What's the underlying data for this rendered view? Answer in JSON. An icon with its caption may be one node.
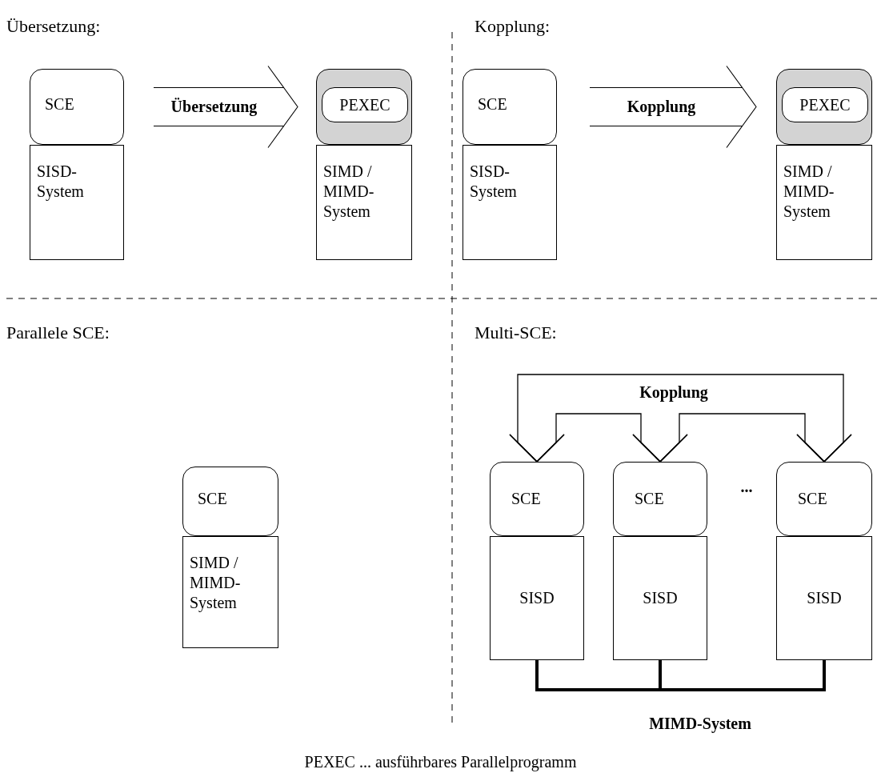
{
  "diagram": {
    "caption": "PEXEC ... ausführbares Parallelprogramm",
    "nodes": [
      {
        "text": [
          "SCE"
        ]
      },
      {
        "text": [
          "SISD-System"
        ]
      },
      {
        "text": [
          "Übersetzung"
        ]
      },
      {
        "text": [],
        "shape": "box"
      },
      {
        "text": [
          "PEXEC"
        ],
        "in": 3
      },
      {
        "text": [
          "SIMD / MIMD-System"
        ]
      },
      {
        "text": [
          "SCE"
        ]
      },
      {
        "text": [
          "SISD-System"
        ]
      },
      {
        "text": [
          "Kopplung"
        ]
      },
      {
        "text": [],
        "shape": "box"
      },
      {
        "text": [
          "PEXEC"
        ],
        "in": 9
      },
      {
        "text": [
          "SIMD / MIMD-System"
        ]
      },
      {
        "text": [
          "SCE"
        ]
      },
      {
        "text": [
          "SIMD / MIMD-System"
        ]
      },
      {
        "text": [
          "SCE"
        ]
      },
      {
        "text": [
          "SISD"
        ]
      },
      {
        "text": [
          "SCE"
        ]
      },
      {
        "text": [
          "SISD"
        ]
      },
      {
        "text": [
          "SCE"
        ]
      },
      {
        "text": [
          "SISD"
        ]
      }
    ],
    "edges": [
      {
        "from": 14,
        "to": 18,
        "arrow": "both"
      },
      {
        "from": 14,
        "to": 16,
        "arrow": "both"
      },
      {
        "from": 16,
        "to": 18,
        "arrow": "both"
      },
      {
        "from": 15,
        "to": 17,
        "arrow": "none",
        "style": "thick"
      },
      {
        "from": 17,
        "to": 19,
        "arrow": "none",
        "style": "thick"
      }
    ],
    "labels": [
      "Übersetzung:",
      "Kopplung:",
      "Parallele SCE:",
      "Multi-SCE:",
      "Kopplung",
      "...",
      "MIMD-System"
    ]
  }
}
